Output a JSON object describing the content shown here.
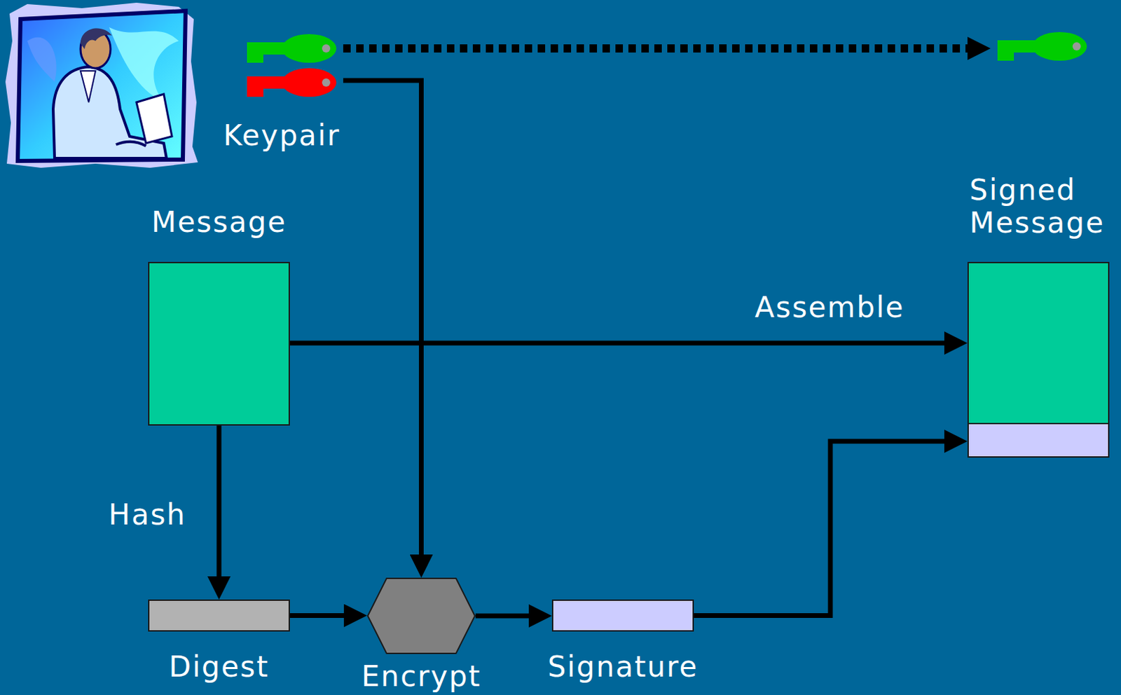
{
  "diagram": {
    "nodes": [
      {
        "text": [
          "Keypair"
        ]
      },
      {
        "text": [
          "Message"
        ]
      },
      {
        "text": [
          "Digest"
        ]
      },
      {
        "text": [
          "Encrypt"
        ]
      },
      {
        "text": [
          "Signature"
        ]
      },
      {
        "text": [
          "Signed Message"
        ]
      }
    ],
    "edges": [
      {
        "from": 0,
        "to": 3,
        "arrow": "to"
      },
      {
        "from": 1,
        "to": 5,
        "label": "Assemble",
        "arrow": "to"
      },
      {
        "from": 1,
        "to": 2,
        "label": "Hash",
        "arrow": "to"
      },
      {
        "from": 2,
        "to": 3,
        "arrow": "to"
      },
      {
        "from": 3,
        "to": 4,
        "arrow": "to"
      },
      {
        "from": 4,
        "to": 5,
        "arrow": "to"
      }
    ]
  }
}
